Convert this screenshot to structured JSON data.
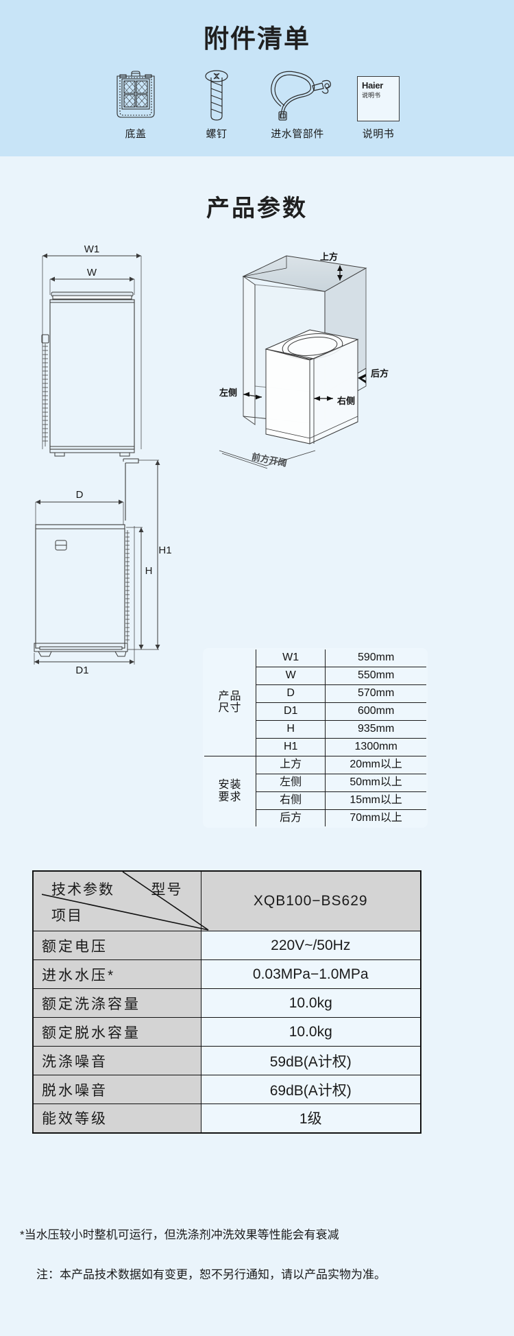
{
  "accessory": {
    "title": "附件清单",
    "items": [
      {
        "label": "底盖",
        "icon": "bottom-cover-icon"
      },
      {
        "label": "螺钉",
        "icon": "screw-icon"
      },
      {
        "label": "进水管部件",
        "icon": "inlet-hose-icon"
      },
      {
        "label": "说明书",
        "icon": "manual-icon"
      }
    ],
    "manual_brand": "Haier",
    "manual_sub": "说明书"
  },
  "params": {
    "title": "产品参数",
    "front_view_labels": {
      "w1": "W1",
      "w": "W"
    },
    "side_view_labels": {
      "d": "D",
      "d1": "D1",
      "h": "H",
      "h1": "H1"
    },
    "install_labels": {
      "top": "上方",
      "left": "左侧",
      "right": "右侧",
      "back": "后方",
      "front_open": "前方开阔"
    }
  },
  "dimension_table": {
    "groups": [
      {
        "name": "产品\n尺寸",
        "name_lines": [
          "产品",
          "尺寸"
        ],
        "rows": [
          {
            "key": "W1",
            "value": "590mm"
          },
          {
            "key": "W",
            "value": "550mm"
          },
          {
            "key": "D",
            "value": "570mm"
          },
          {
            "key": "D1",
            "value": "600mm"
          },
          {
            "key": "H",
            "value": "935mm"
          },
          {
            "key": "H1",
            "value": "1300mm"
          }
        ]
      },
      {
        "name_lines": [
          "安装",
          "要求"
        ],
        "rows": [
          {
            "key": "上方",
            "value": "20mm以上"
          },
          {
            "key": "左侧",
            "value": "50mm以上"
          },
          {
            "key": "右侧",
            "value": "15mm以上"
          },
          {
            "key": "后方",
            "value": "70mm以上"
          }
        ]
      }
    ]
  },
  "tech_table": {
    "header": {
      "tech": "技术参数",
      "model": "型号",
      "item": "项目",
      "model_value": "XQB100−BS629"
    },
    "rows": [
      {
        "key": "额定电压",
        "value": "220V~/50Hz"
      },
      {
        "key": "进水水压*",
        "value": "0.03MPa−1.0MPa"
      },
      {
        "key": "额定洗涤容量",
        "value": "10.0kg"
      },
      {
        "key": "额定脱水容量",
        "value": "10.0kg"
      },
      {
        "key": "洗涤噪音",
        "value": "59dB(A计权)"
      },
      {
        "key": "脱水噪音",
        "value": "69dB(A计权)"
      },
      {
        "key": "能效等级",
        "value": "1级"
      }
    ]
  },
  "footnotes": {
    "star": "*当水压较小时整机可运行，但洗涤剂冲洗效果等性能会有衰减",
    "note": "注：本产品技术数据如有变更，恕不另行通知，请以产品实物为准。"
  },
  "colors": {
    "banner_bg": "#c8e4f7",
    "page_bg": "#eaf4fb",
    "table_key_bg": "#d4d4d4",
    "table_val_bg": "#eef7fd",
    "line": "#1a1a1a"
  }
}
